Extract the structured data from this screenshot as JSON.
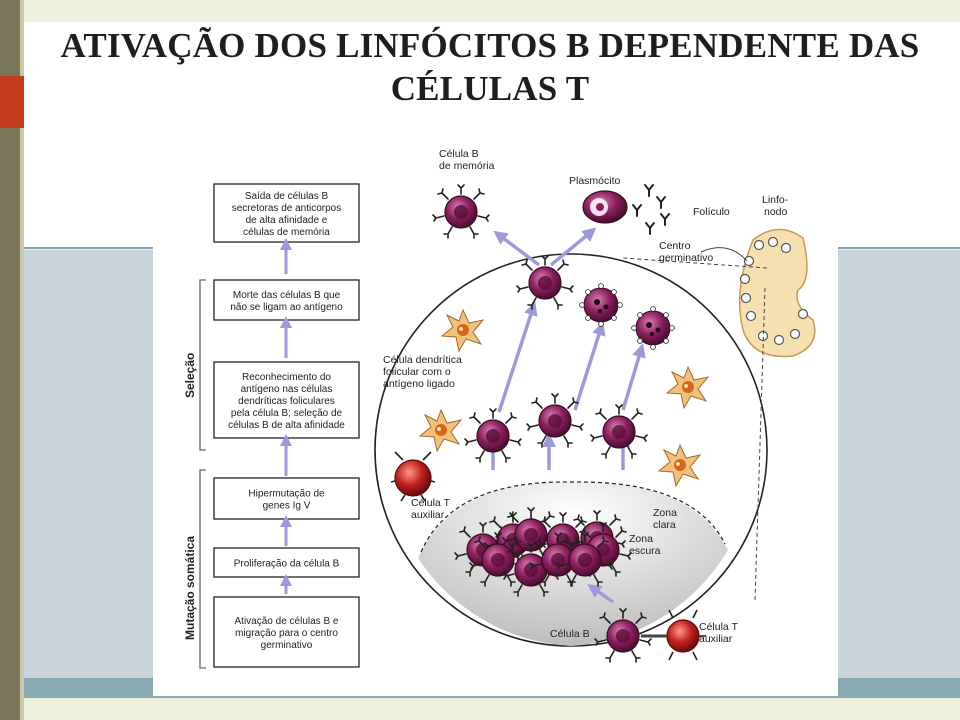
{
  "slide": {
    "title_line1": "ATIVAÇÃO DOS LINFÓCITOS B DEPENDENTE DAS",
    "title_line2": "CÉLULAS T"
  },
  "figure": {
    "flow_boxes": [
      {
        "lines": [
          "Saída de células B",
          "secretoras de anticorpos",
          "de alta afinidade e",
          "células de memória"
        ]
      },
      {
        "lines": [
          "Morte das células B que",
          "não se ligam ao antígeno"
        ]
      },
      {
        "lines": [
          "Reconhecimento do",
          "antígeno nas células",
          "dendríticas foliculares",
          "pela célula B; seleção de",
          "células B de alta afinidade"
        ]
      },
      {
        "lines": [
          "Hipermutação de",
          "genes Ig V"
        ]
      },
      {
        "lines": [
          "Proliferação da célula B"
        ]
      },
      {
        "lines": [
          "Ativação de células B e",
          "migração para o centro",
          "germinativo"
        ]
      }
    ],
    "side_labels": {
      "selection": "Seleção",
      "somatic_mutation": "Mutação somática"
    },
    "labels": {
      "memory_b_cell": [
        "Célula B",
        "de memória"
      ],
      "plasmocyte": "Plasmócito",
      "follicle": "Folículo",
      "lymph_node": [
        "Linfo-",
        "nodo"
      ],
      "germinal_center": [
        "Centro",
        "germinativo"
      ],
      "dendritic_cell": [
        "Célula dendrítica",
        "folicular com o",
        "antígeno ligado"
      ],
      "helper_t_top": [
        "Célula T",
        "auxiliar"
      ],
      "light_zone": [
        "Zona",
        "clara"
      ],
      "dark_zone": [
        "Zona",
        "escura"
      ],
      "b_cell": "Célula B",
      "helper_t_bottom": [
        "Célula T",
        "auxiliar"
      ]
    },
    "colors": {
      "b_cell": "#8a1f5e",
      "t_cell": "#c0201f",
      "arrow": "#9c9ad8",
      "dendritic": "#f2c27c",
      "lymph_node": "#f7e0b0"
    }
  }
}
